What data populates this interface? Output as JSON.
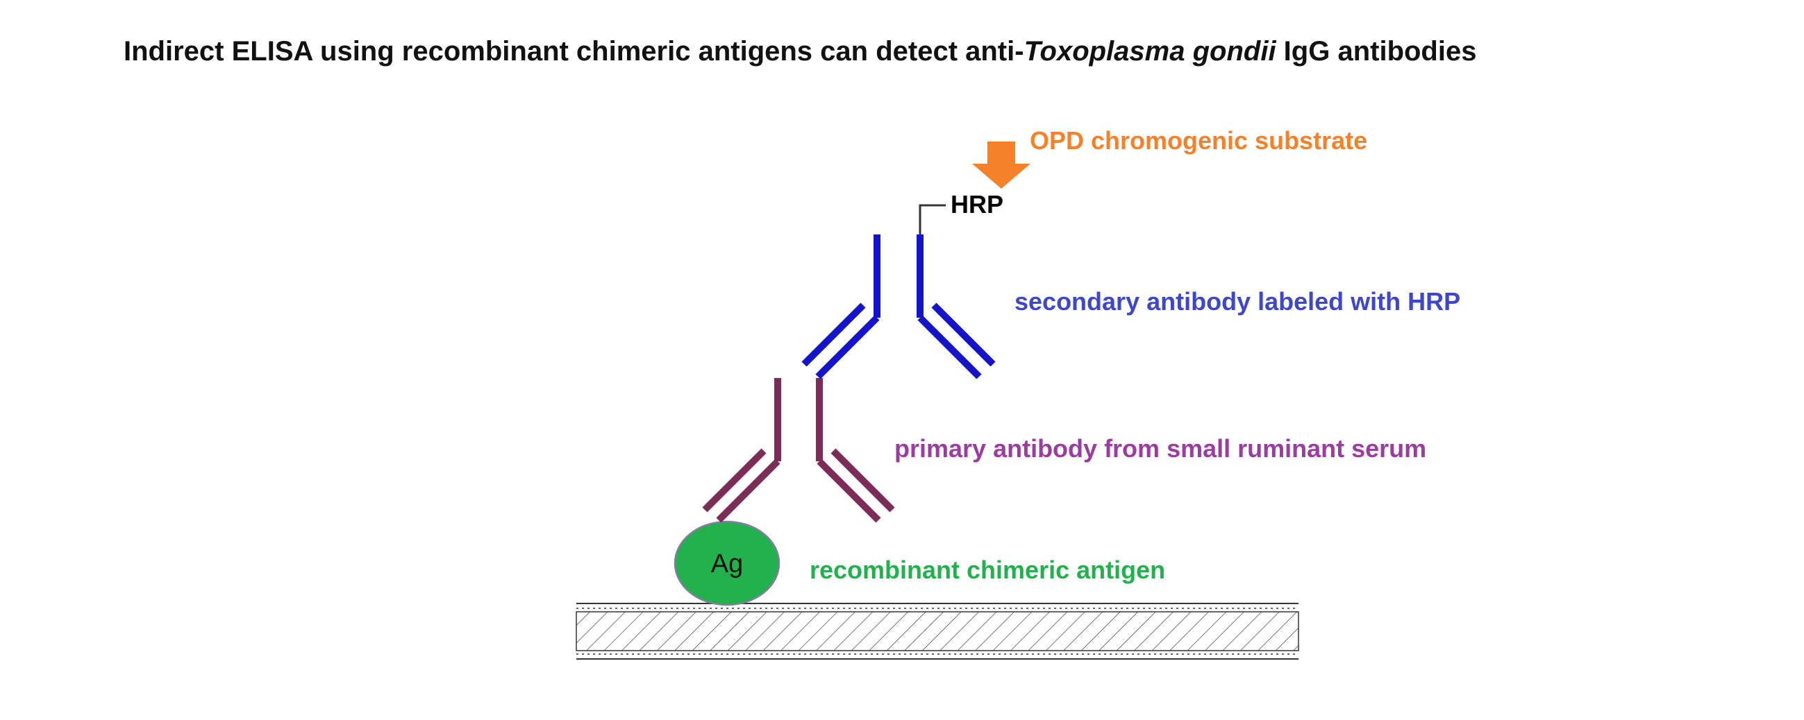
{
  "title": {
    "prefix": "Indirect ELISA using recombinant chimeric antigens can detect anti-",
    "species": "Toxoplasma gondii",
    "suffix": " IgG antibodies"
  },
  "labels": {
    "substrate": "OPD chromogenic substrate",
    "enzyme": "HRP",
    "secondary": "secondary antibody labeled with HRP",
    "primary": "primary antibody from small ruminant serum",
    "antigen": "recombinant chimeric antigen",
    "antigen_short": "Ag"
  },
  "colors": {
    "substrate": "#f5822a",
    "secondary": "#1414c8",
    "secondary_text": "#3f47c9",
    "primary": "#7b2d58",
    "primary_text": "#9a3d9f",
    "antigen": "#22b14c",
    "antigen_text": "#22b14c"
  },
  "icons": {
    "arrow": "down-arrow-icon",
    "plate": "hatched-plate-surface"
  }
}
